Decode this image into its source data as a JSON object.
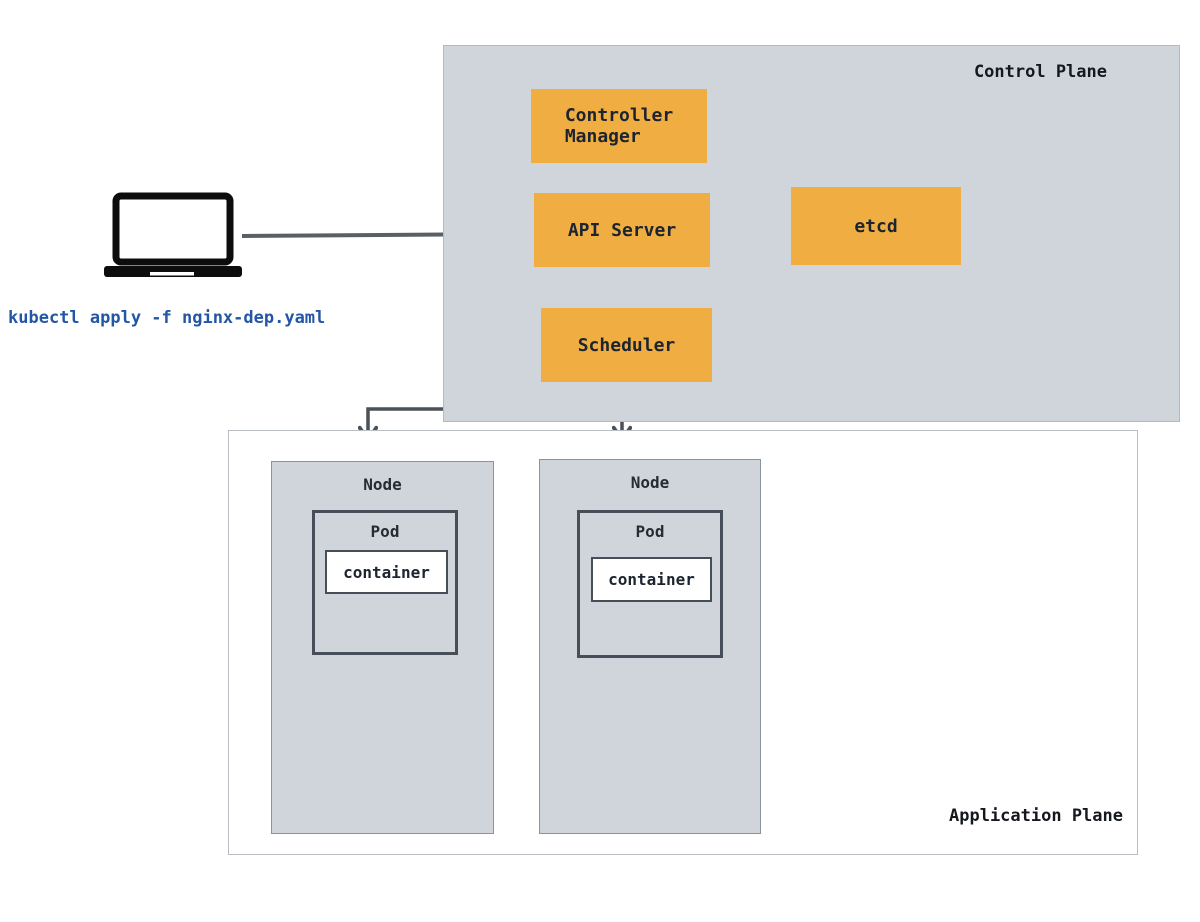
{
  "diagram": {
    "command_label": "kubectl apply -f nginx-dep.yaml",
    "control_plane": {
      "title": "Control Plane",
      "components": {
        "controller_manager": "Controller\nManager",
        "api_server": "API Server",
        "etcd": "etcd",
        "scheduler": "Scheduler"
      }
    },
    "application_plane": {
      "title": "Application Plane",
      "nodes": [
        {
          "label": "Node",
          "pod": {
            "label": "Pod",
            "container": "container"
          }
        },
        {
          "label": "Node",
          "pod": {
            "label": "Pod",
            "container": "container"
          }
        }
      ]
    },
    "colors": {
      "component_fill": "#f0ae42",
      "plane_fill": "#cfd5db",
      "command_text": "#2456a6",
      "arrow_dark": "#14181d",
      "arrow_gray": "#4a5159",
      "laptop_arrow": "#585f66"
    }
  }
}
